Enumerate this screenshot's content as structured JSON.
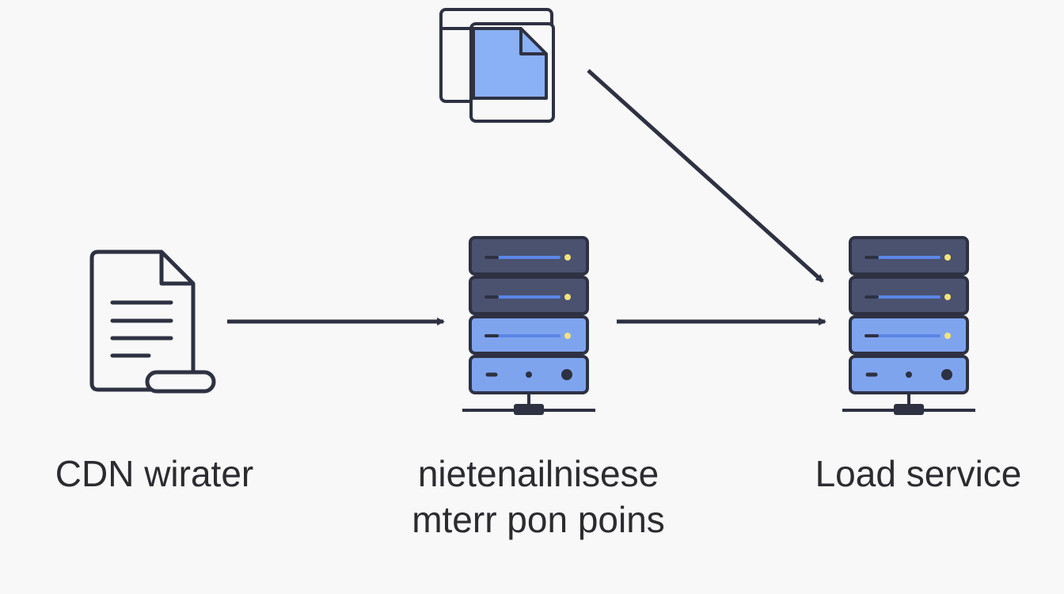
{
  "nodes": [
    {
      "id": "cdn",
      "icon": "document-icon",
      "label": "CDN wirater"
    },
    {
      "id": "mid",
      "icon": "server-icon",
      "label_lines": [
        "nietenailnisese",
        "mterr pon poins"
      ]
    },
    {
      "id": "load",
      "icon": "server-icon",
      "label": "Load service"
    },
    {
      "id": "files",
      "icon": "files-icon"
    }
  ],
  "edges": [
    {
      "from": "cdn",
      "to": "mid"
    },
    {
      "from": "mid",
      "to": "load"
    },
    {
      "from": "files",
      "to": "load"
    }
  ],
  "colors": {
    "background": "#f7f8f7",
    "stroke": "#2e3142",
    "server_dark": "#4a5270",
    "server_light": "#7fa4ee",
    "slot_blue": "#5a86e6",
    "indicator": "#f2e37c",
    "file_fill": "#8ab0f5"
  }
}
